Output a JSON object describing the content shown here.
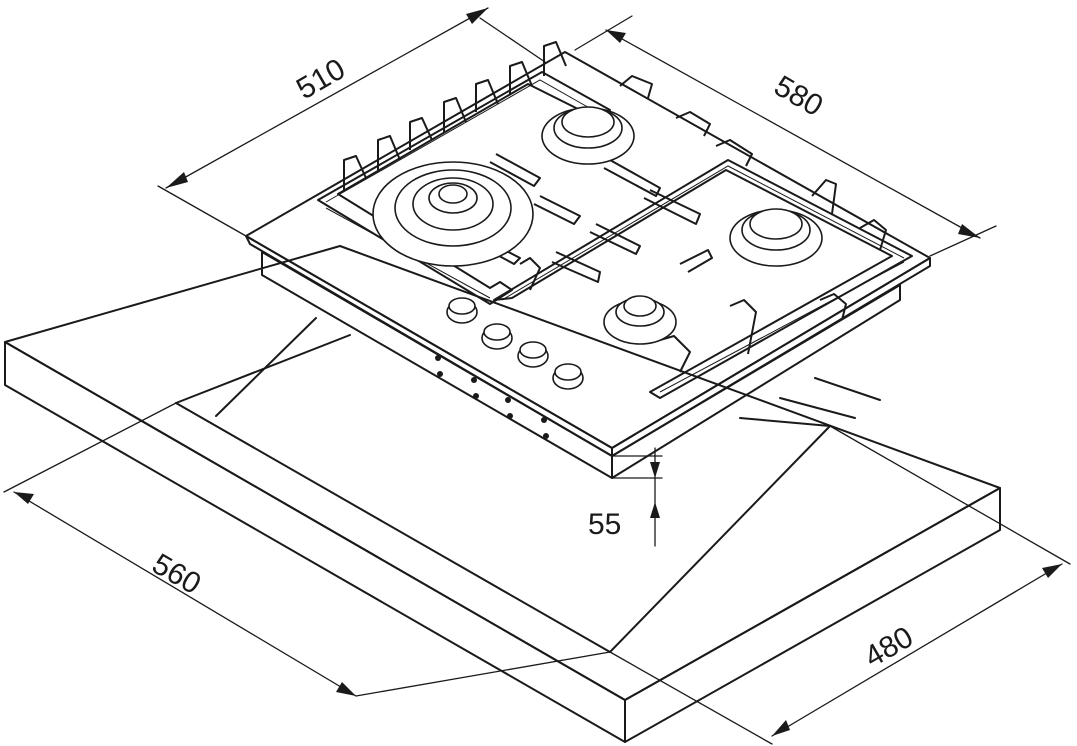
{
  "dimensions": {
    "hob_depth": "510",
    "hob_width": "580",
    "hob_height": "55",
    "cutout_width": "560",
    "cutout_depth": "480"
  }
}
